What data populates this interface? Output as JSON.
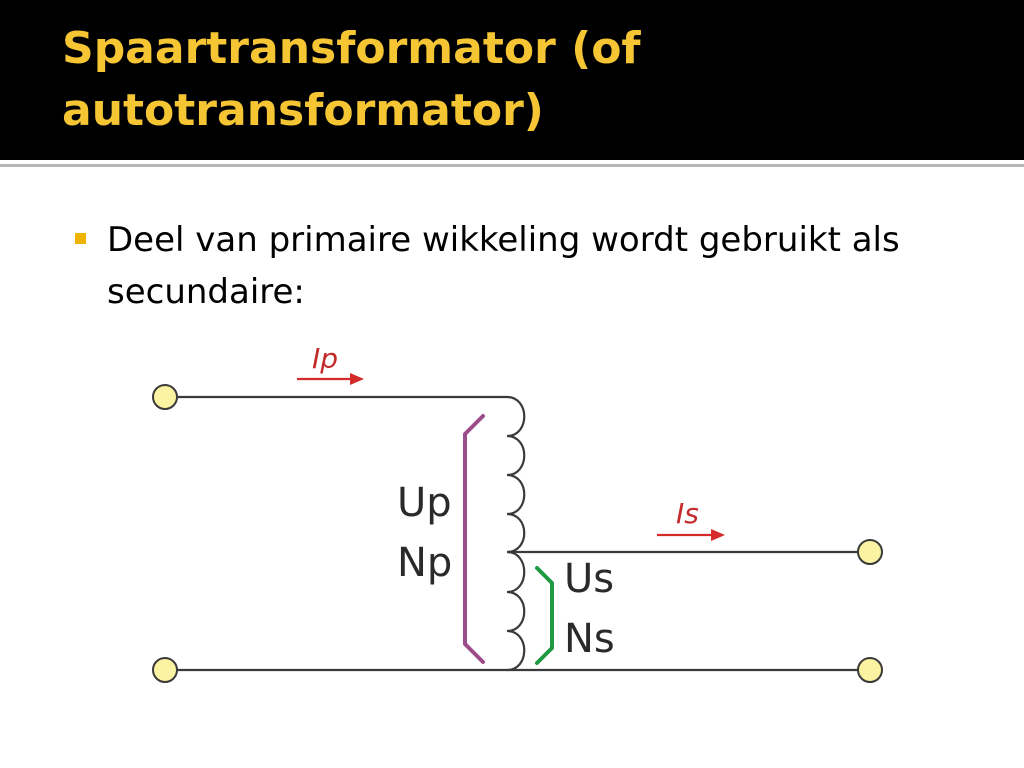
{
  "slide": {
    "title": "Spaartransformator (of autotransformator)",
    "bullet": "Deel van primaire wikkeling wordt gebruikt als secundaire:"
  },
  "diagram": {
    "labels": {
      "ip": "Ip",
      "is": "Is",
      "up": "Up",
      "np": "Np",
      "us": "Us",
      "ns": "Ns"
    },
    "colors": {
      "terminal_fill": "#fbf3a2",
      "wire": "#3a3a3a",
      "current_arrow": "#d42a2a",
      "primary_bracket": "#9c4d8c",
      "secondary_bracket": "#1f9a42"
    }
  }
}
